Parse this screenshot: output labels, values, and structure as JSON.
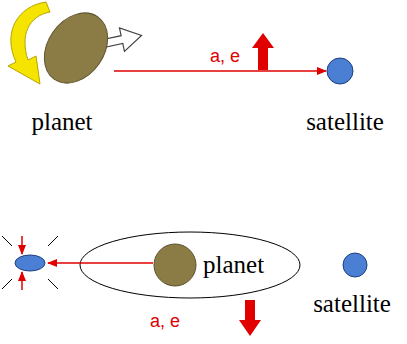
{
  "diagram": {
    "nodes": [
      {
        "text": [
          "planet"
        ]
      },
      {
        "text": [
          "satellite"
        ]
      },
      {
        "text": [
          "planet"
        ]
      },
      {
        "text": [
          "satellite"
        ]
      }
    ],
    "edges": [
      {
        "from": 0,
        "to": 1,
        "arrow": "to",
        "label": "a, e"
      }
    ],
    "labels": [
      "a, e"
    ]
  }
}
